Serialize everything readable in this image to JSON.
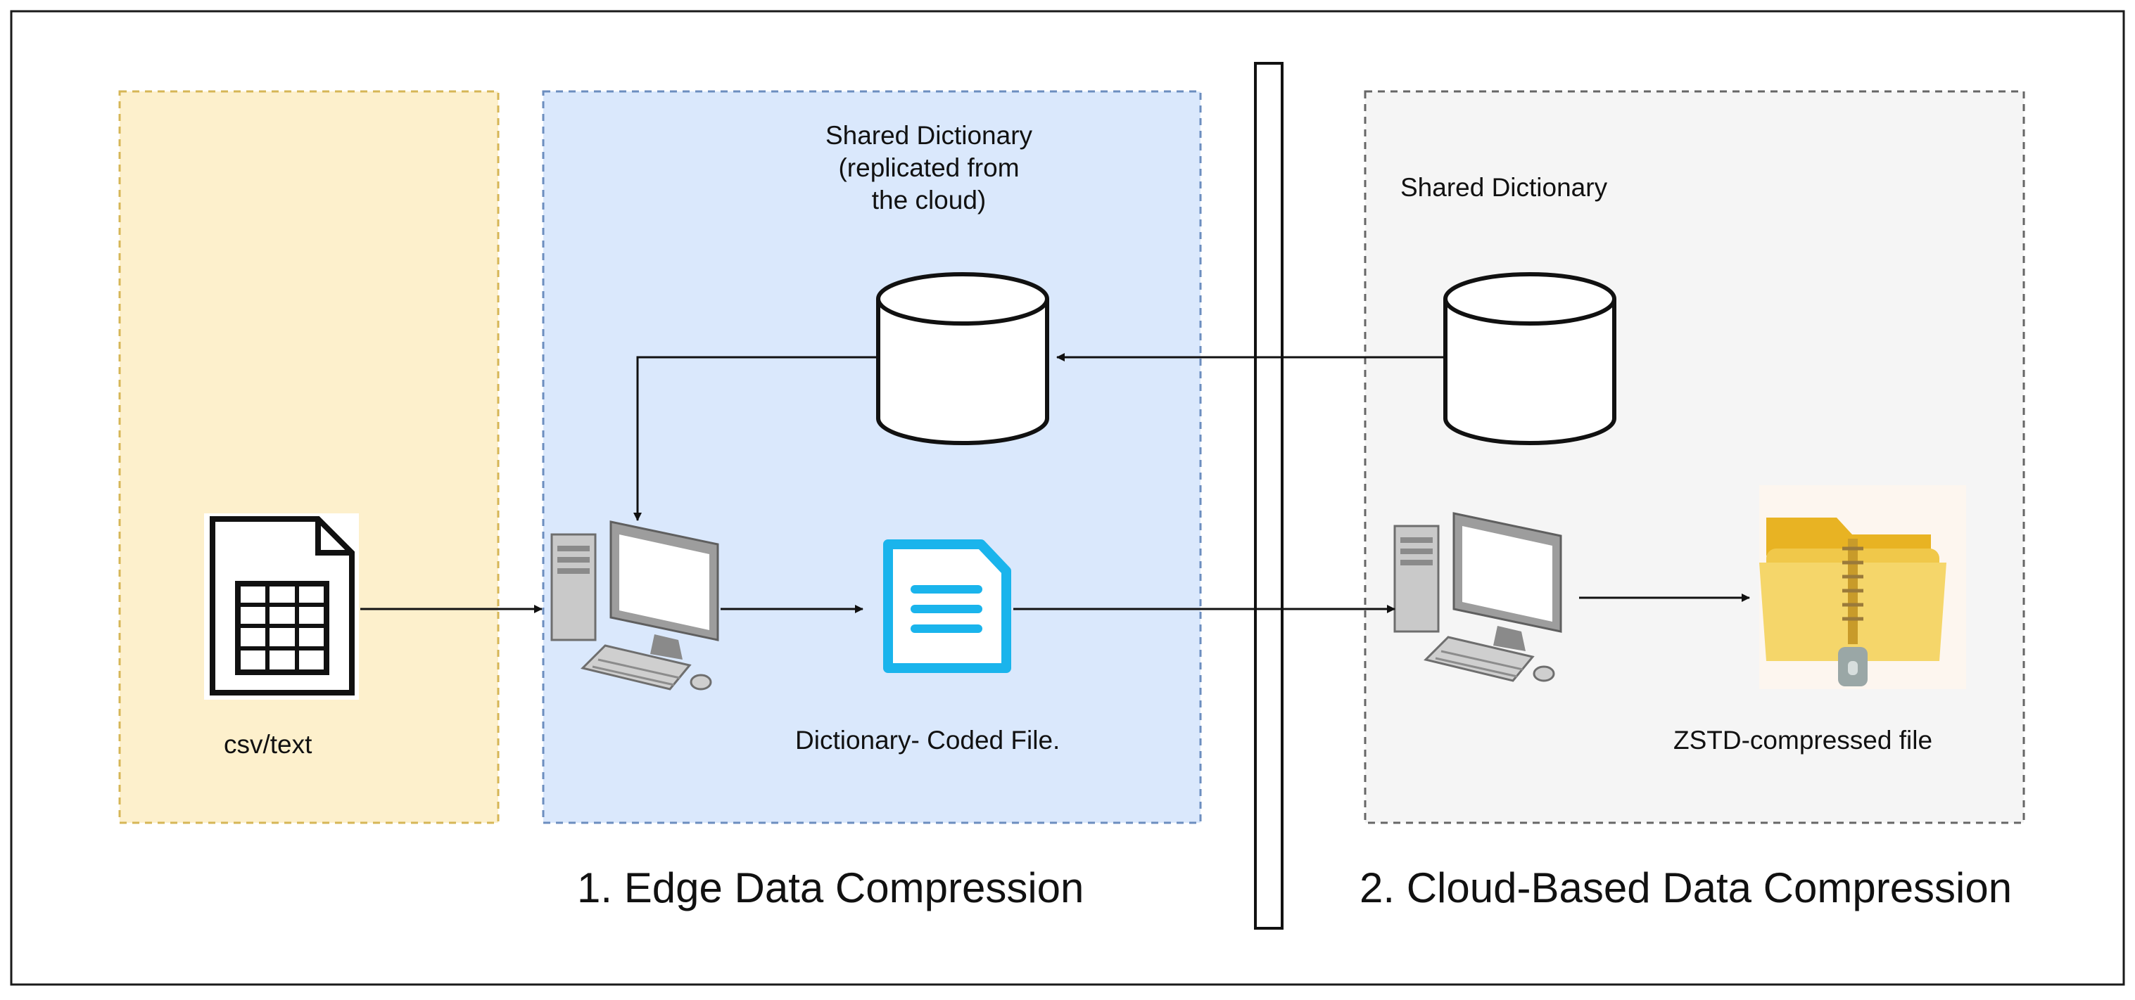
{
  "edge_region": {
    "dictionary_label": "Shared Dictionary\n(replicated from\nthe cloud)",
    "coded_file_label": "Dictionary- Coded File.",
    "caption": "1. Edge Data Compression"
  },
  "input": {
    "label": "csv/text"
  },
  "cloud_region": {
    "dictionary_label": "Shared Dictionary",
    "compressed_label": "ZSTD-compressed file",
    "caption": "2. Cloud-Based Data Compression"
  },
  "colors": {
    "input_fill": "#fdf0cc",
    "input_border": "#d6b656",
    "edge_fill": "#dae8fc",
    "edge_border": "#6c8ebf",
    "cloud_fill": "#f5f5f5",
    "cloud_border": "#666666",
    "file_icon": "#1ab4ec",
    "folder": "#f2c744"
  },
  "icons": [
    "spreadsheet-file-icon",
    "desktop-computer-icon",
    "document-icon",
    "database-icon",
    "zip-folder-icon"
  ]
}
